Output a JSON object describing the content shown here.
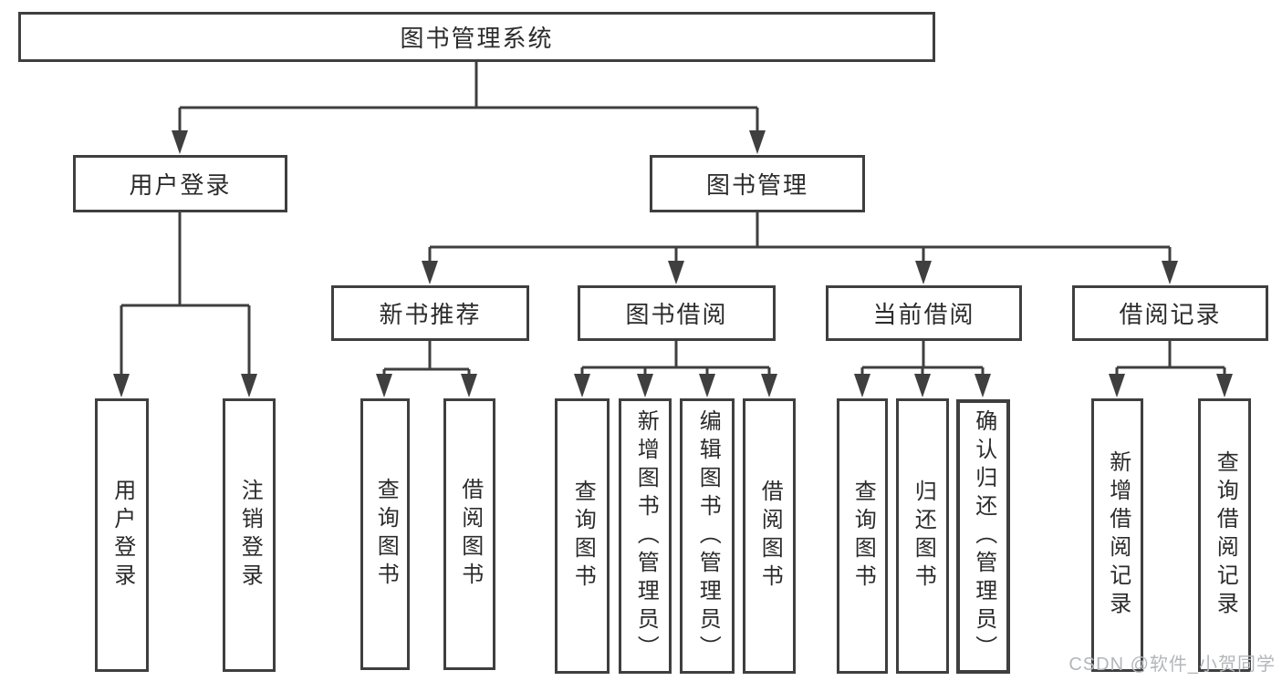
{
  "diagram": {
    "type": "tree",
    "title": "图书管理系统",
    "nodes": {
      "root": "图书管理系统",
      "level2": [
        "用户登录",
        "图书管理"
      ],
      "level3": [
        "新书推荐",
        "图书借阅",
        "当前借阅",
        "借阅记录"
      ],
      "leaves": {
        "user_login": [
          "用户登录",
          "注销登录"
        ],
        "new_book_recommend": [
          "查询图书",
          "借阅图书"
        ],
        "book_borrow": [
          "查询图书",
          "新增图书（管理员）",
          "编辑图书（管理员）",
          "借阅图书"
        ],
        "current_borrow": [
          "查询图书",
          "归还图书",
          "确认归还（管理员）"
        ],
        "borrow_records": [
          "新增借阅记录",
          "查询借阅记录"
        ]
      }
    },
    "structure": {
      "图书管理系统": [
        "用户登录",
        "图书管理"
      ],
      "用户登录": [
        "用户登录",
        "注销登录"
      ],
      "图书管理": [
        "新书推荐",
        "图书借阅",
        "当前借阅",
        "借阅记录"
      ],
      "新书推荐": [
        "查询图书",
        "借阅图书"
      ],
      "图书借阅": [
        "查询图书",
        "新增图书（管理员）",
        "编辑图书（管理员）",
        "借阅图书"
      ],
      "当前借阅": [
        "查询图书",
        "归还图书",
        "确认归还（管理员）"
      ],
      "借阅记录": [
        "新增借阅记录",
        "查询借阅记录"
      ]
    },
    "watermark": "CSDN @软件_小贺同学",
    "colors": {
      "line": "#3f3f3f",
      "box_border": "#3f3f3f",
      "text": "#2b2b2b",
      "background": "#ffffff",
      "watermark": "#b3b6ba"
    }
  }
}
